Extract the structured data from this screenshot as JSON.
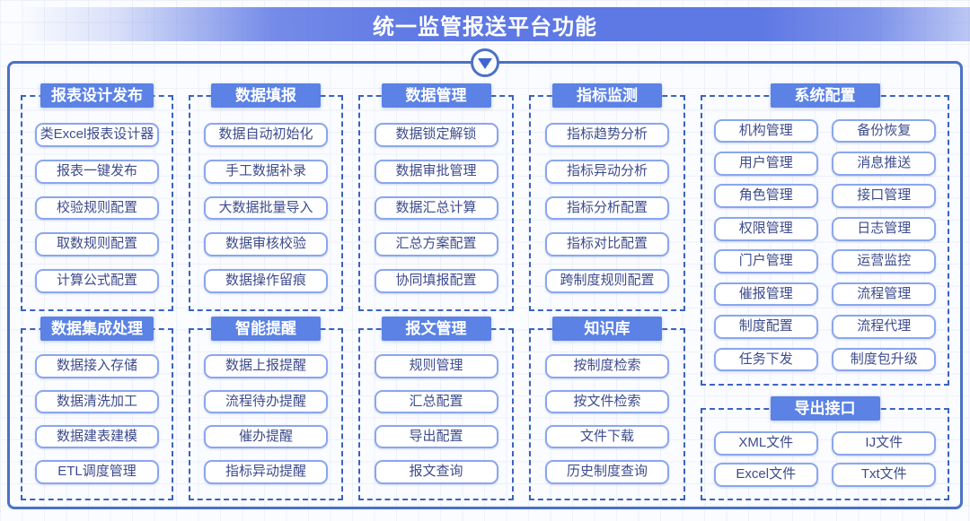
{
  "title_bar": {
    "text": "统一监管报送平台功能"
  },
  "connector": {
    "icon": "down-arrow-icon"
  },
  "colors": {
    "title_bar_blue": "#5e78e4",
    "group_header_blue": "#5b82e4",
    "outer_border_blue": "#4a72c6",
    "dashed_border_blue": "#3a63c0",
    "item_border_blue": "#8aa6ef",
    "item_text_blue": "#3d4b8e"
  },
  "groups": [
    {
      "title": "报表设计发布",
      "items": [
        "类Excel报表设计器",
        "报表一键发布",
        "校验规则配置",
        "取数规则配置",
        "计算公式配置"
      ]
    },
    {
      "title": "数据集成处理",
      "items": [
        "数据接入存储",
        "数据清洗加工",
        "数据建表建模",
        "ETL调度管理"
      ]
    },
    {
      "title": "数据填报",
      "items": [
        "数据自动初始化",
        "手工数据补录",
        "大数据批量导入",
        "数据审核校验",
        "数据操作留痕"
      ]
    },
    {
      "title": "智能提醒",
      "items": [
        "数据上报提醒",
        "流程待办提醒",
        "催办提醒",
        "指标异动提醒"
      ]
    },
    {
      "title": "数据管理",
      "items": [
        "数据锁定解锁",
        "数据审批管理",
        "数据汇总计算",
        "汇总方案配置",
        "协同填报配置"
      ]
    },
    {
      "title": "报文管理",
      "items": [
        "规则管理",
        "汇总配置",
        "导出配置",
        "报文查询"
      ]
    },
    {
      "title": "指标监测",
      "items": [
        "指标趋势分析",
        "指标异动分析",
        "指标分析配置",
        "指标对比配置",
        "跨制度规则配置"
      ]
    },
    {
      "title": "知识库",
      "items": [
        "按制度检索",
        "按文件检索",
        "文件下载",
        "历史制度查询"
      ]
    },
    {
      "title": "系统配置",
      "items": [
        "机构管理",
        "备份恢复",
        "用户管理",
        "消息推送",
        "角色管理",
        "接口管理",
        "权限管理",
        "日志管理",
        "门户管理",
        "运营监控",
        "催报管理",
        "流程管理",
        "制度配置",
        "流程代理",
        "任务下发",
        "制度包升级"
      ]
    },
    {
      "title": "导出接口",
      "items": [
        "XML文件",
        "IJ文件",
        "Excel文件",
        "Txt文件"
      ]
    }
  ]
}
